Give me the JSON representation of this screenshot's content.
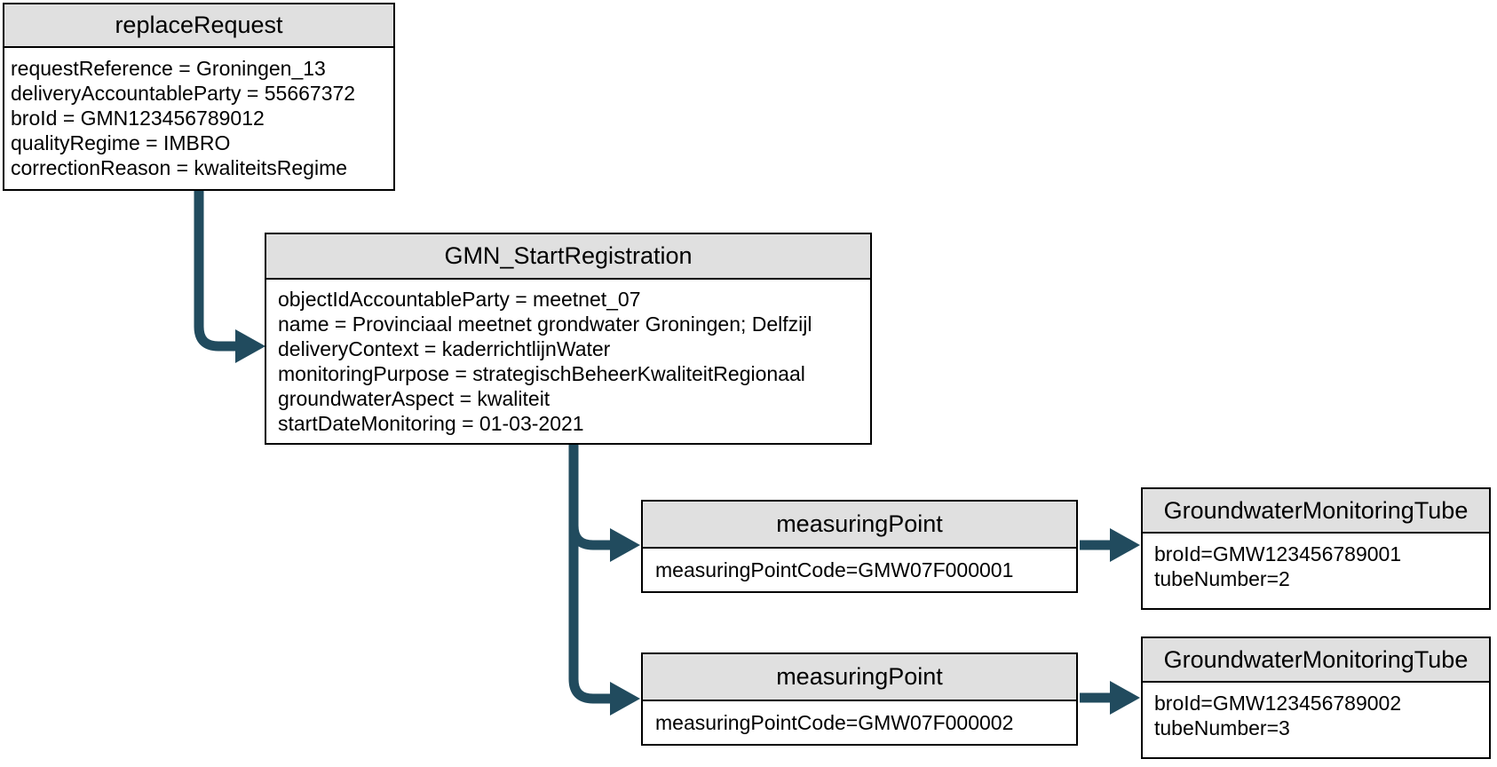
{
  "colors": {
    "arrow": "#214B5E",
    "header_fill": "#E0E0E0",
    "border": "#000000",
    "background": "#FFFFFF",
    "text": "#000000"
  },
  "nodes": [
    {
      "title": "replaceRequest",
      "lines": [
        "requestReference = Groningen_13",
        "deliveryAccountableParty = 55667372",
        "broId = GMN123456789012",
        "qualityRegime = IMBRO",
        "correctionReason = kwaliteitsRegime"
      ]
    },
    {
      "title": "GMN_StartRegistration",
      "lines": [
        "objectIdAccountableParty = meetnet_07",
        "name = Provinciaal meetnet grondwater Groningen; Delfzijl",
        "deliveryContext = kaderrichtlijnWater",
        "monitoringPurpose = strategischBeheerKwaliteitRegionaal",
        "groundwaterAspect = kwaliteit",
        "startDateMonitoring = 01-03-2021"
      ]
    },
    {
      "title": "measuringPoint",
      "lines": [
        "measuringPointCode=GMW07F000001"
      ]
    },
    {
      "title": "GroundwaterMonitoringTube",
      "lines": [
        "broId=GMW123456789001",
        "tubeNumber=2"
      ]
    },
    {
      "title": "measuringPoint",
      "lines": [
        "measuringPointCode=GMW07F000002"
      ]
    },
    {
      "title": "GroundwaterMonitoringTube",
      "lines": [
        "broId=GMW123456789002",
        "tubeNumber=3"
      ]
    }
  ],
  "connectors": [
    {
      "from": "replaceRequest",
      "to": "GMN_StartRegistration"
    },
    {
      "from": "GMN_StartRegistration",
      "to": "measuringPoint GMW07F000001"
    },
    {
      "from": "GMN_StartRegistration",
      "to": "measuringPoint GMW07F000002"
    },
    {
      "from": "measuringPoint GMW07F000001",
      "to": "GroundwaterMonitoringTube GMW123456789001"
    },
    {
      "from": "measuringPoint GMW07F000002",
      "to": "GroundwaterMonitoringTube GMW123456789002"
    }
  ]
}
